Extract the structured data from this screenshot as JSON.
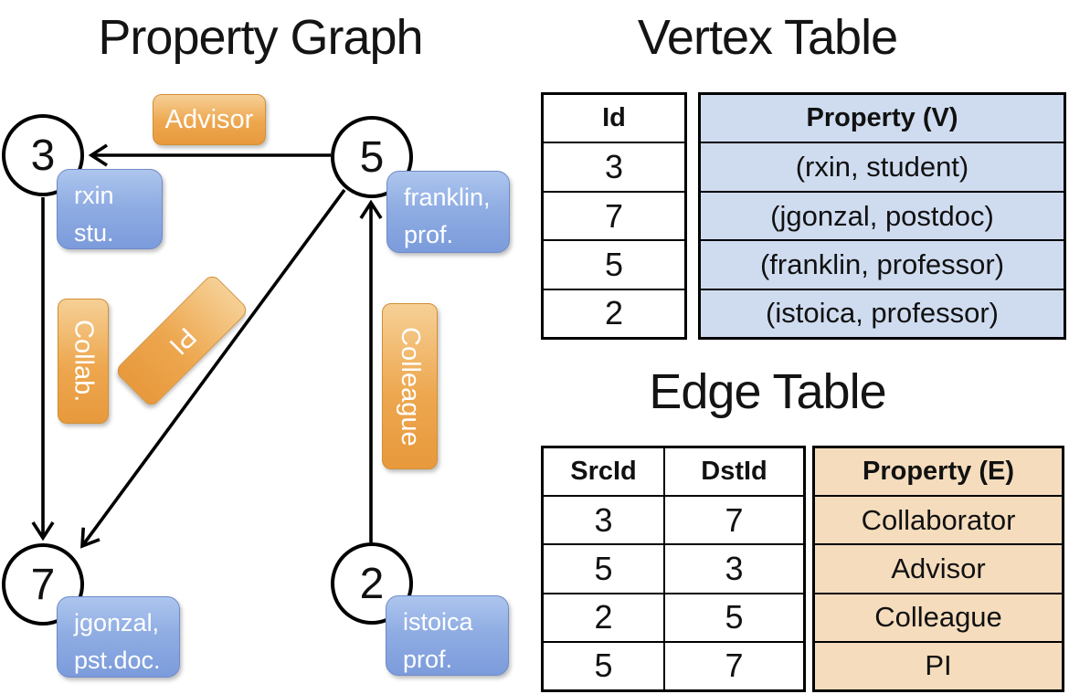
{
  "titles": {
    "graph": "Property Graph",
    "vertex_table": "Vertex Table",
    "edge_table": "Edge Table"
  },
  "graph": {
    "vertices": [
      {
        "id": "3",
        "property_lines": [
          "rxin",
          "stu."
        ]
      },
      {
        "id": "5",
        "property_lines": [
          "franklin,",
          "prof."
        ]
      },
      {
        "id": "7",
        "property_lines": [
          "jgonzal,",
          "pst.doc."
        ]
      },
      {
        "id": "2",
        "property_lines": [
          "istoica",
          "prof."
        ]
      }
    ],
    "edge_labels": {
      "advisor": "Advisor",
      "collab": "Collab.",
      "pi": "PI",
      "colleague": "Colleague"
    }
  },
  "vertex_table": {
    "headers": {
      "id": "Id",
      "property": "Property (V)"
    },
    "rows": [
      {
        "id": "3",
        "property": "(rxin, student)"
      },
      {
        "id": "7",
        "property": "(jgonzal, postdoc)"
      },
      {
        "id": "5",
        "property": "(franklin, professor)"
      },
      {
        "id": "2",
        "property": "(istoica, professor)"
      }
    ]
  },
  "edge_table": {
    "headers": {
      "src": "SrcId",
      "dst": "DstId",
      "property": "Property (E)"
    },
    "rows": [
      {
        "src": "3",
        "dst": "7",
        "property": "Collaborator"
      },
      {
        "src": "5",
        "dst": "3",
        "property": "Advisor"
      },
      {
        "src": "2",
        "dst": "5",
        "property": "Colleague"
      },
      {
        "src": "5",
        "dst": "7",
        "property": "PI"
      }
    ]
  },
  "colors": {
    "edge_label_orange": "#e8993c",
    "vertex_box_blue": "#7b9bdb",
    "vertex_table_fill": "#cfdcf0",
    "edge_table_fill": "#f5dcbd",
    "line_black": "#000000"
  }
}
